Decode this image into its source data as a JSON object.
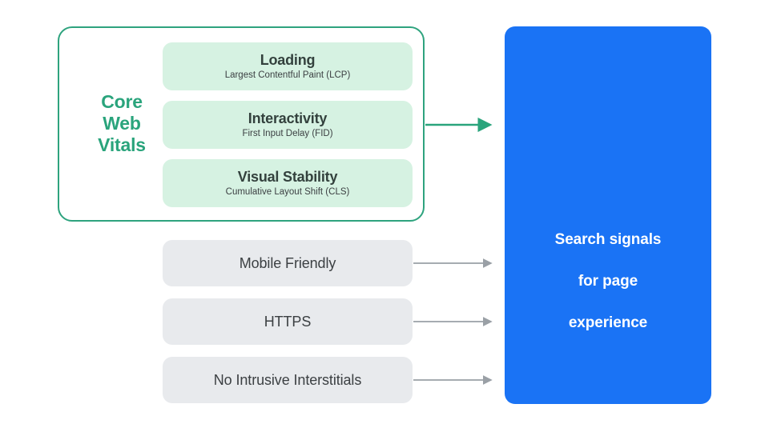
{
  "diagram": {
    "title_text_present": false,
    "colors": {
      "green_accent": "#2aa47c",
      "green_border": "#2ea37e",
      "green_pill_bg": "#d6f2e2",
      "gray_pill_bg": "#e8eaed",
      "blue_box": "#1a73f5",
      "gray_arrow": "#9aa0a6",
      "dark_text": "#3c4043",
      "white_text": "#ffffff"
    }
  },
  "core_web_vitals": {
    "group_label": "Core\nWeb\nVitals",
    "group_label_line1": "Core",
    "group_label_line2": "Web",
    "group_label_line3": "Vitals",
    "vitals": [
      {
        "title": "Loading",
        "subtitle": "Largest Contentful Paint (LCP)",
        "abbr": "LCP"
      },
      {
        "title": "Interactivity",
        "subtitle": "First Input Delay (FID)",
        "abbr": "FID"
      },
      {
        "title": "Visual Stability",
        "subtitle": "Cumulative Layout Shift (CLS)",
        "abbr": "CLS"
      }
    ]
  },
  "other_signals": [
    {
      "label": "Mobile Friendly"
    },
    {
      "label": "HTTPS"
    },
    {
      "label": "No Intrusive Interstitials"
    }
  ],
  "destination": {
    "label": "Search signals\nfor page\nexperience",
    "line1": "Search signals",
    "line2": "for page",
    "line3": "experience"
  },
  "arrows": [
    {
      "name": "core-web-vitals-arrow",
      "color": "#2aa47c",
      "from": "core-web-vitals-group",
      "to": "search-signals-box"
    },
    {
      "name": "mobile-friendly-arrow",
      "color": "#9aa0a6",
      "from": "signal-mobile-friendly",
      "to": "search-signals-box"
    },
    {
      "name": "https-arrow",
      "color": "#9aa0a6",
      "from": "signal-https",
      "to": "search-signals-box"
    },
    {
      "name": "no-intrusive-interstitials-arrow",
      "color": "#9aa0a6",
      "from": "signal-no-intrusive-interstitials",
      "to": "search-signals-box"
    }
  ]
}
